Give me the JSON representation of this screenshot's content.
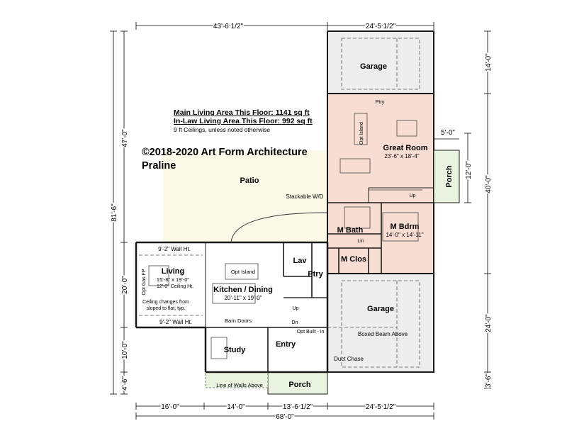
{
  "info": {
    "main_area": "Main Living Area This Floor: 1141 sq ft",
    "inlaw_area": "In-Law Living Area This Floor: 992 sq ft",
    "ceilings": "9 ft Ceilings, unless noted otherwise",
    "copyright": "©2018-2020 Art Form Architecture",
    "project": "Praline"
  },
  "dims": {
    "top_left": "43'-6 1/2\"",
    "top_right": "24'-5 1/2\"",
    "bottom_1": "16'-0\"",
    "bottom_2": "14'-0\"",
    "bottom_3": "13'-6 1/2\"",
    "bottom_4": "24'-5 1/2\"",
    "bottom_total": "68'-0\"",
    "left_outer": "81'-6\"",
    "left_inner": "47'-0\"",
    "left_living": "20'-0\"",
    "left_study": "10'-0\"",
    "left_porch": "4'-6\"",
    "right_garage_top": "14'-0\"",
    "right_inlaw": "40'-0\"",
    "right_garage_bottom": "24'-0\"",
    "right_bottom": "3'-6\"",
    "porch_depth": "5'-0\"",
    "porch_width": "12'-0\""
  },
  "rooms": {
    "garage_top": "Garage",
    "ptry_top": "Ptry",
    "opt_island_top": "Opt Island",
    "great_room": "Great Room",
    "great_room_size": "23'-6\" x 18'-4\"",
    "porch_right": "Porch",
    "patio": "Patio",
    "stackable": "Stackable W/D",
    "up_top": "Up",
    "m_bath": "M Bath",
    "lin": "Lin",
    "m_bdrm": "M Bdrm",
    "m_bdrm_size": "14'-0\" x 14'-11\"",
    "m_clos": "M Clos",
    "wall_ht_top": "9'-2\" Wall Ht.",
    "living": "Living",
    "living_size": "15'-8\" x 19'-0\"",
    "living_ceiling": "12'-0\" Ceiling Ht.",
    "opt_gas_fp": "Opt Gas FP",
    "ceiling_note_1": "Ceiling changes from",
    "ceiling_note_2": "sloped to flat, typ.",
    "wall_ht_bottom": "9'-2\" Wall Ht.",
    "kitchen": "Kitchen / Dining",
    "kitchen_size": "20'-11\" x 19'-0\"",
    "opt_island": "Opt Island",
    "lav": "Lav",
    "ptry": "Ptry",
    "up": "Up",
    "dn": "Dn",
    "barn_doors": "Barn Doors",
    "opt_built_in": "Opt Built - in",
    "boxed_beam": "Boxed Beam Above",
    "garage_bottom": "Garage",
    "study": "Study",
    "entry": "Entry",
    "duct_chase": "Duct Chase",
    "line_walls": "Line of Walls Above",
    "porch_front": "Porch"
  },
  "colors": {
    "inlaw_fill": "#f8ddd3",
    "patio_fill": "#fafae6",
    "garage_fill": "#ededed",
    "porch_fill": "#eaf3df",
    "wall": "#1a1a1a"
  }
}
